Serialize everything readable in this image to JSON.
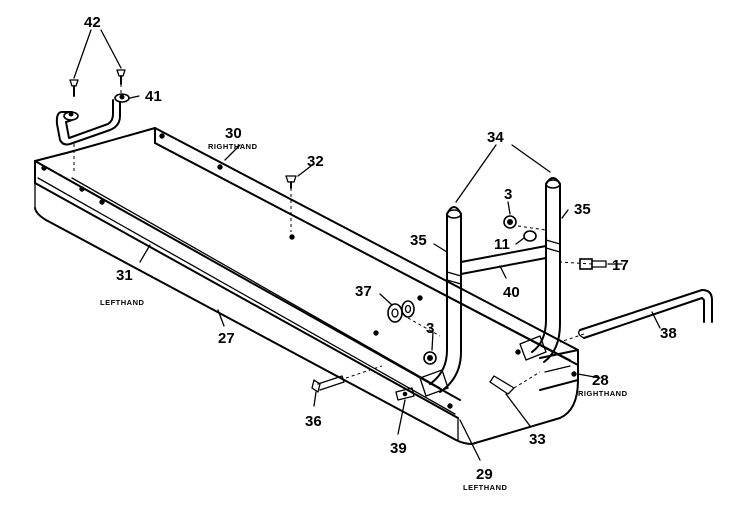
{
  "callouts": {
    "c42": "42",
    "c41": "41",
    "c30": "30",
    "c30_note": "RIGHTHAND",
    "c32": "32",
    "c34": "34",
    "c3a": "3",
    "c35a": "35",
    "c35b": "35",
    "c11": "11",
    "c17": "17",
    "c40": "40",
    "c31": "31",
    "c31_note": "LEFTHAND",
    "c37": "37",
    "c3b": "3",
    "c27": "27",
    "c38": "38",
    "c28": "28",
    "c28_note": "RIGHTHAND",
    "c36": "36",
    "c39": "39",
    "c33": "33",
    "c29": "29",
    "c29_note": "LEFTHAND"
  }
}
